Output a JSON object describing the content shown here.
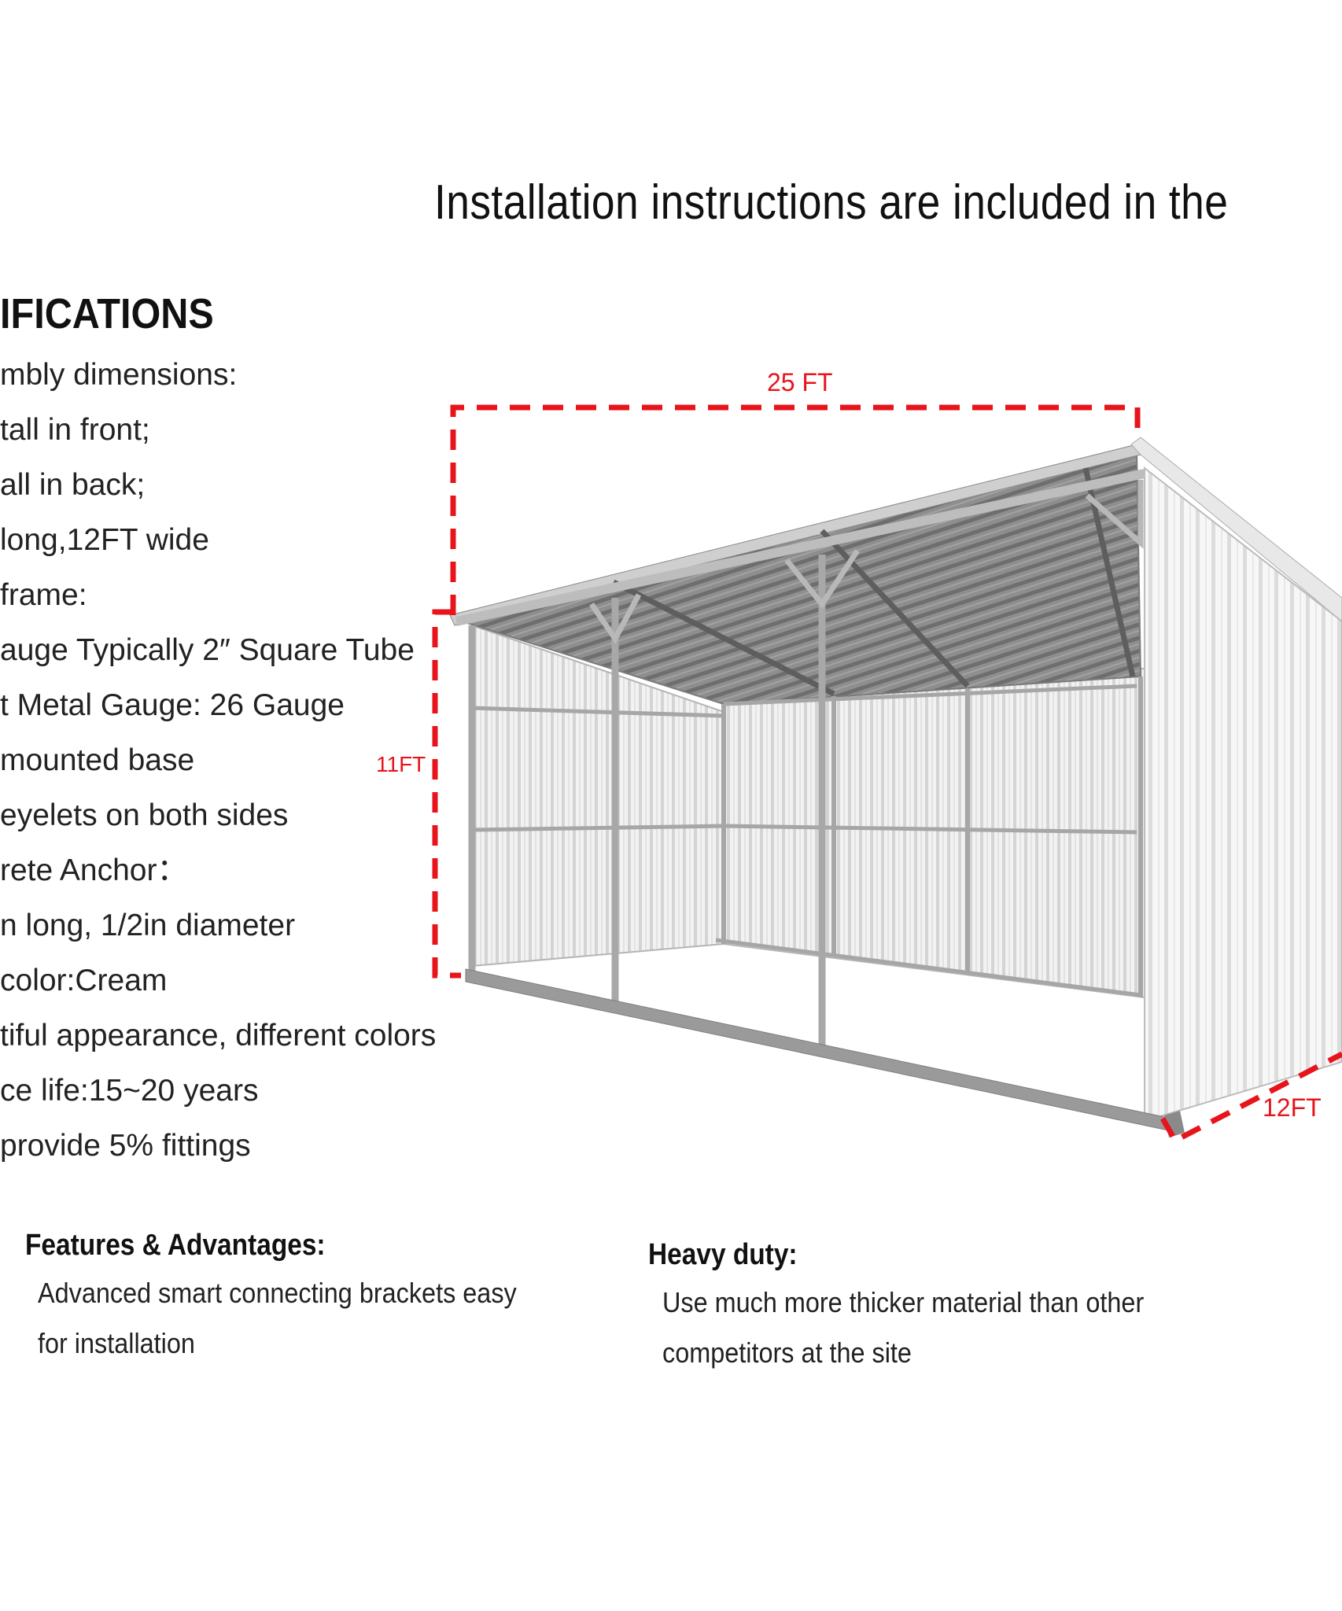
{
  "headline": "Installation instructions are included in the",
  "specs": {
    "title": "IFICATIONS",
    "items": [
      "mbly dimensions:",
      " tall in front;",
      "all in back;",
      " long,12FT wide",
      " frame:",
      "auge Typically 2″ Square Tube",
      "t Metal Gauge: 26 Gauge",
      "mounted base",
      "eyelets on both sides",
      "rete Anchor：",
      "n long, 1/2in diameter",
      " color:Cream",
      "tiful appearance, different colors",
      "ce life:15~20 years",
      " provide 5% fittings"
    ]
  },
  "dimensions": {
    "length": "25 FT",
    "height": "11FT",
    "width": "12FT"
  },
  "features": {
    "title": "Features & Advantages:",
    "lines": [
      "Advanced smart connecting brackets easy",
      "for installation"
    ]
  },
  "heavy_duty": {
    "title": "Heavy duty:",
    "lines": [
      "Use much more thicker material than other",
      "competitors at the site"
    ]
  },
  "colors": {
    "dimension_line": "#e8141b",
    "frame": "#9a9a9a",
    "panel": "#eeeeee"
  }
}
